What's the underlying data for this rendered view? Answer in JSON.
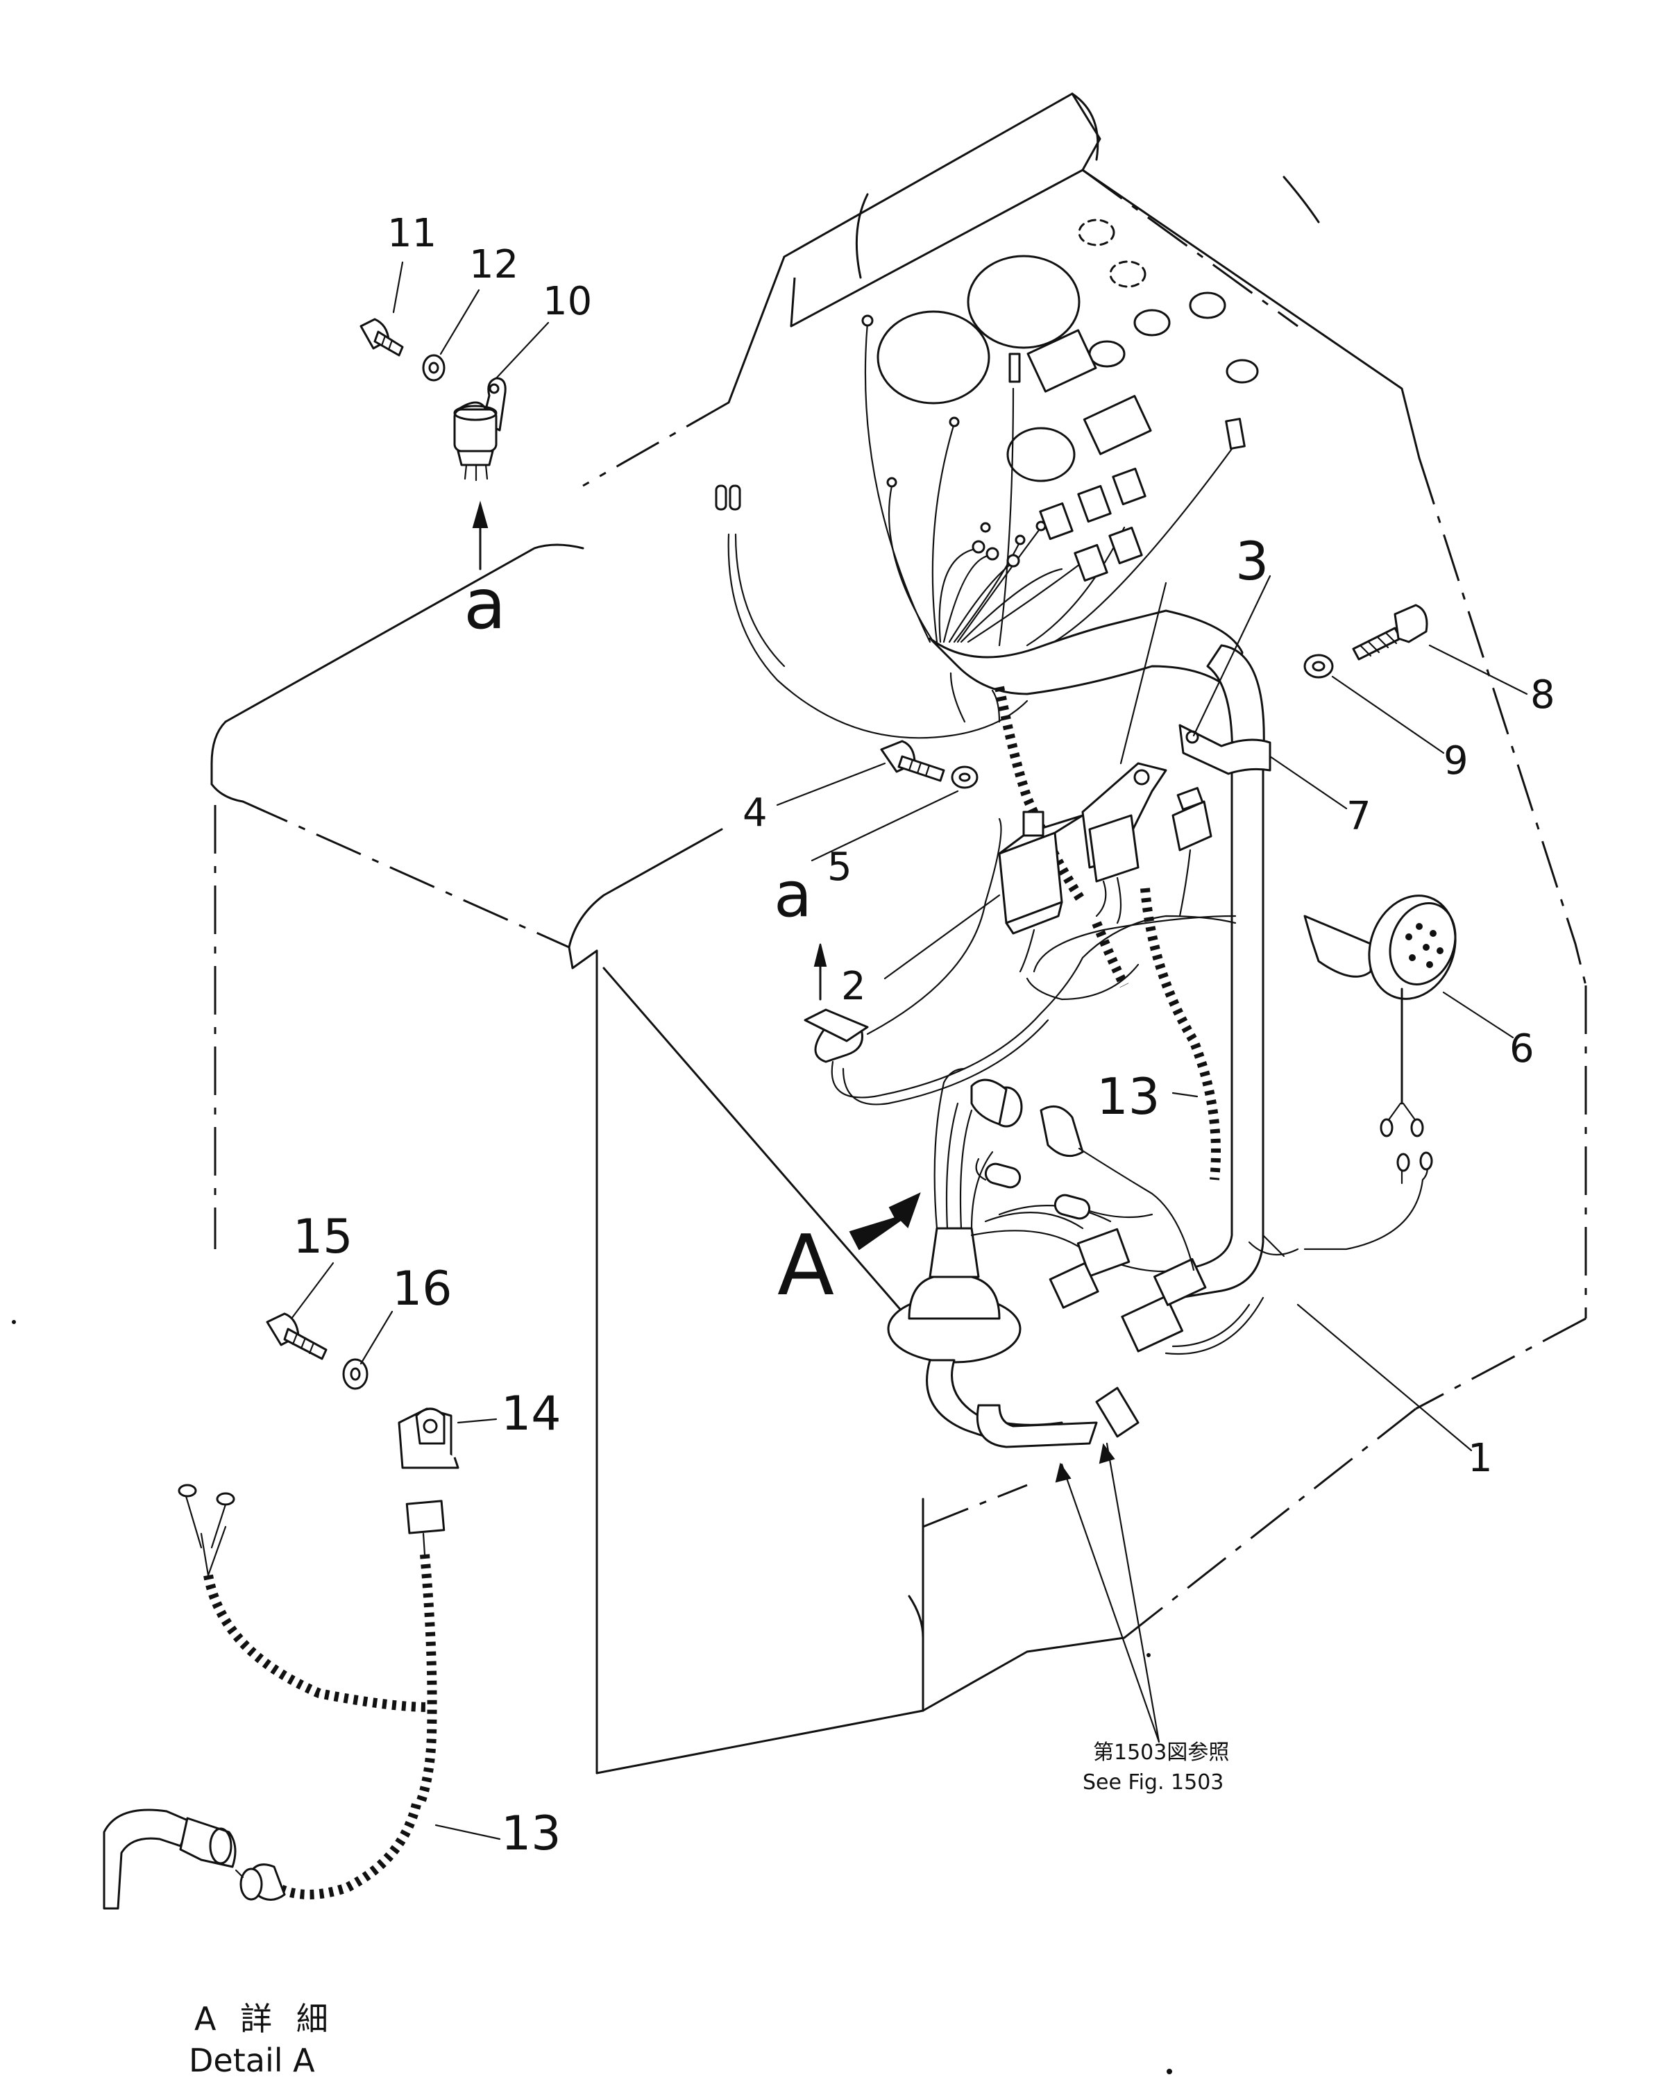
{
  "callouts": {
    "c1": "1",
    "c2": "2",
    "c3": "3",
    "c4": "4",
    "c5": "5",
    "c6": "6",
    "c7": "7",
    "c8": "8",
    "c9": "9",
    "c10": "10",
    "c11": "11",
    "c12": "12",
    "c13a": "13",
    "c13b": "13",
    "c14": "14",
    "c15": "15",
    "c16": "16"
  },
  "view_labels": {
    "a_top": "a",
    "a_mid": "a",
    "A": "A"
  },
  "reference": {
    "jp": "第1503図参照",
    "en": "See Fig. 1503"
  },
  "detail": {
    "jp": "A 詳 細",
    "en": "Detail A"
  }
}
